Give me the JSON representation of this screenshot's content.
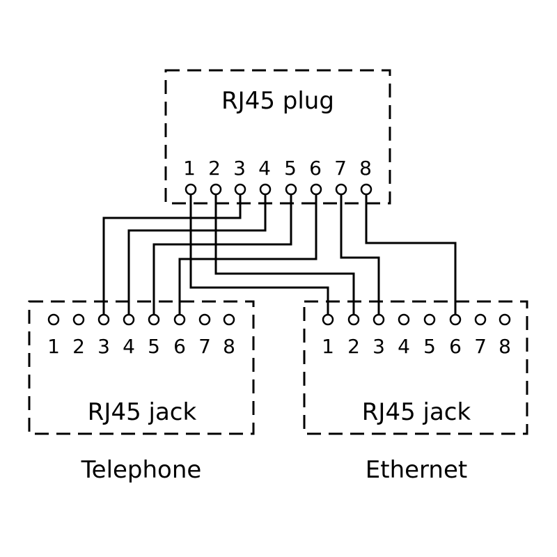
{
  "plug": {
    "title": "RJ45 plug",
    "pins": [
      "1",
      "2",
      "3",
      "4",
      "5",
      "6",
      "7",
      "8"
    ]
  },
  "telephone_jack": {
    "title": "RJ45 jack",
    "caption": "Telephone",
    "pins": [
      "1",
      "2",
      "3",
      "4",
      "5",
      "6",
      "7",
      "8"
    ]
  },
  "ethernet_jack": {
    "title": "RJ45 jack",
    "caption": "Ethernet",
    "pins": [
      "1",
      "2",
      "3",
      "4",
      "5",
      "6",
      "7",
      "8"
    ]
  },
  "wiring": [
    {
      "from_plug_pin": "3",
      "to": "telephone",
      "jack_pin": "3"
    },
    {
      "from_plug_pin": "4",
      "to": "telephone",
      "jack_pin": "4"
    },
    {
      "from_plug_pin": "5",
      "to": "telephone",
      "jack_pin": "5"
    },
    {
      "from_plug_pin": "6",
      "to": "telephone",
      "jack_pin": "6"
    },
    {
      "from_plug_pin": "1",
      "to": "ethernet",
      "jack_pin": "1"
    },
    {
      "from_plug_pin": "2",
      "to": "ethernet",
      "jack_pin": "2"
    },
    {
      "from_plug_pin": "7",
      "to": "ethernet",
      "jack_pin": "3"
    },
    {
      "from_plug_pin": "8",
      "to": "ethernet",
      "jack_pin": "6"
    }
  ]
}
